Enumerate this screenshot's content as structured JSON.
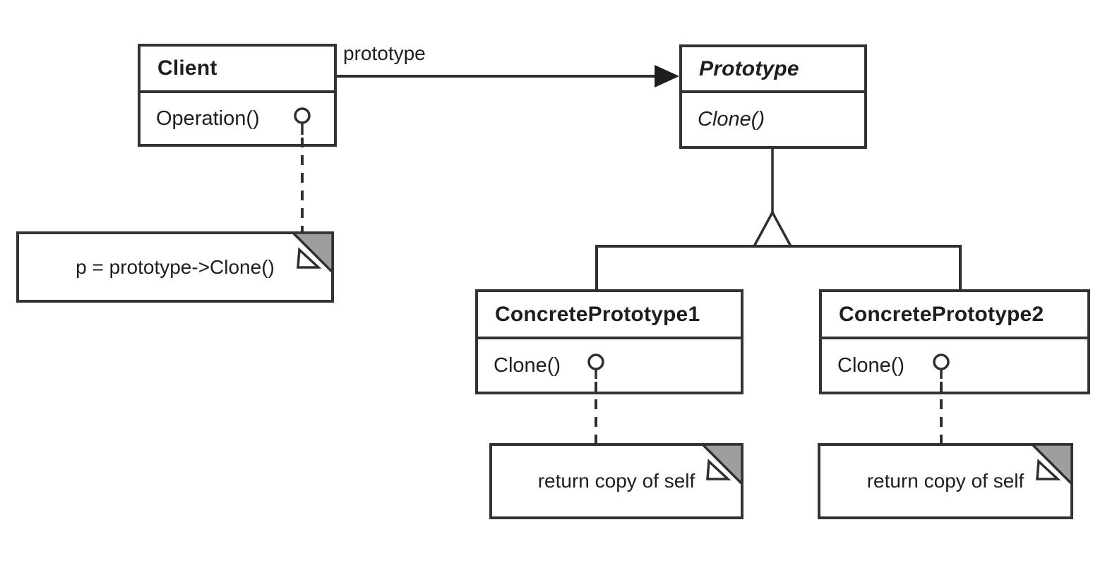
{
  "diagram": {
    "kind": "uml-class-diagram",
    "pattern": "Prototype",
    "classes": [
      {
        "id": "client",
        "name": "Client",
        "abstract": false,
        "methods": [
          {
            "name": "Operation()",
            "italic": false,
            "has_note_anchor": true
          }
        ]
      },
      {
        "id": "prototype",
        "name": "Prototype",
        "abstract": true,
        "methods": [
          {
            "name": "Clone()",
            "italic": true,
            "has_note_anchor": false
          }
        ]
      },
      {
        "id": "concrete-prototype-1",
        "name": "ConcretePrototype1",
        "abstract": false,
        "methods": [
          {
            "name": "Clone()",
            "italic": false,
            "has_note_anchor": true
          }
        ]
      },
      {
        "id": "concrete-prototype-2",
        "name": "ConcretePrototype2",
        "abstract": false,
        "methods": [
          {
            "name": "Clone()",
            "italic": false,
            "has_note_anchor": true
          }
        ]
      }
    ],
    "association": {
      "from": "Client",
      "to": "Prototype",
      "label": "prototype",
      "arrowhead": "filled-triangle"
    },
    "generalization": {
      "parent": "Prototype",
      "children": [
        "ConcretePrototype1",
        "ConcretePrototype2"
      ],
      "marker": "hollow-triangle"
    },
    "notes": [
      {
        "id": "note-client",
        "attached_to": "Client.Operation()",
        "text": "p = prototype->Clone()"
      },
      {
        "id": "note-concrete-1",
        "attached_to": "ConcretePrototype1.Clone()",
        "text": "return copy of self"
      },
      {
        "id": "note-concrete-2",
        "attached_to": "ConcretePrototype2.Clone()",
        "text": "return copy of self"
      }
    ],
    "colors": {
      "line": "#2f2f2f",
      "background": "#ffffff",
      "note_fold_gray": "#9e9e9e"
    }
  }
}
